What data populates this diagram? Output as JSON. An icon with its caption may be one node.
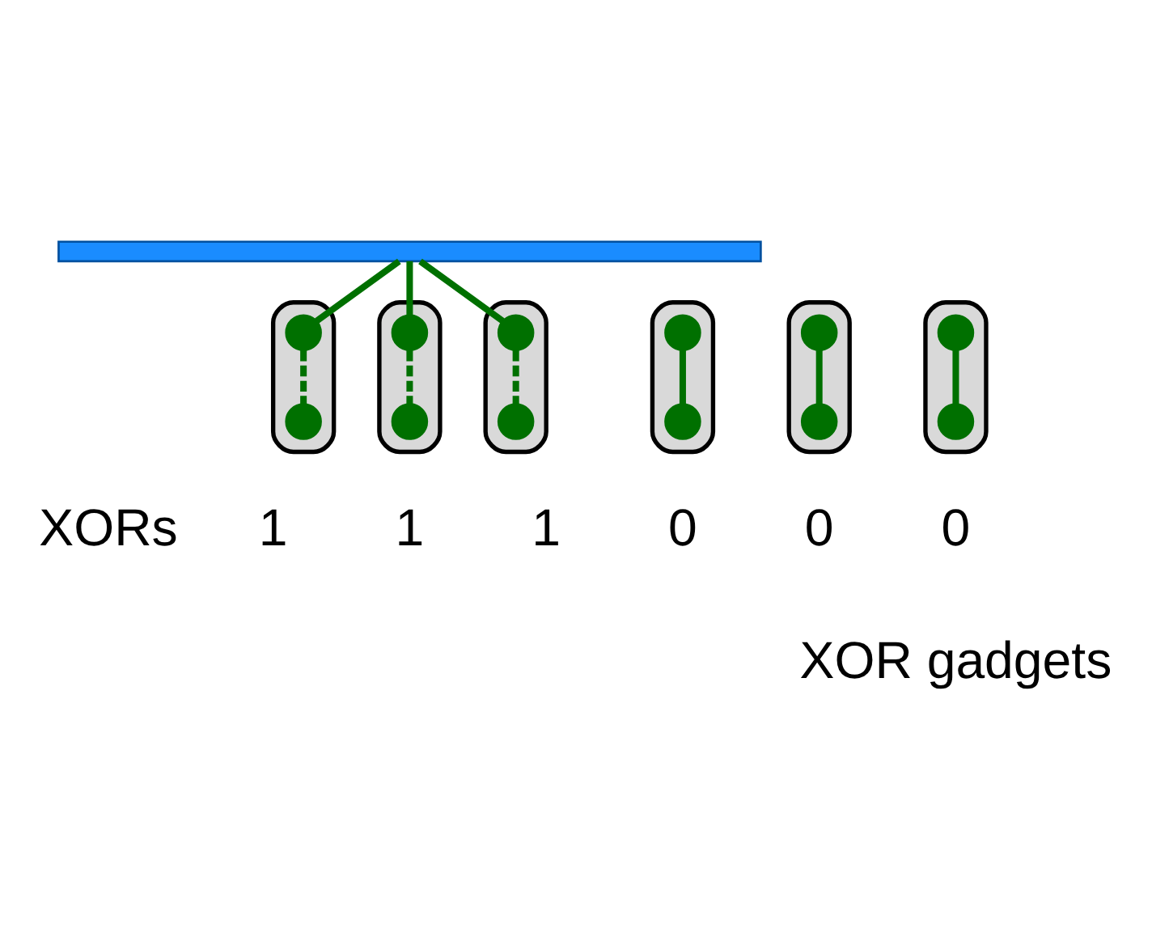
{
  "diagram": {
    "nodes": [
      {
        "text": [],
        "shape": "bar"
      },
      {
        "text": [],
        "shape": "box"
      },
      {
        "text": [],
        "shape": "circle",
        "in": 1
      },
      {
        "text": [],
        "shape": "circle",
        "in": 1
      },
      {
        "text": [],
        "shape": "box"
      },
      {
        "text": [],
        "shape": "circle",
        "in": 4
      },
      {
        "text": [],
        "shape": "circle",
        "in": 4
      },
      {
        "text": [],
        "shape": "box"
      },
      {
        "text": [],
        "shape": "circle",
        "in": 7
      },
      {
        "text": [],
        "shape": "circle",
        "in": 7
      },
      {
        "text": [],
        "shape": "box"
      },
      {
        "text": [],
        "shape": "circle",
        "in": 10
      },
      {
        "text": [],
        "shape": "circle",
        "in": 10
      },
      {
        "text": [],
        "shape": "box"
      },
      {
        "text": [],
        "shape": "circle",
        "in": 13
      },
      {
        "text": [],
        "shape": "circle",
        "in": 13
      },
      {
        "text": [],
        "shape": "box"
      },
      {
        "text": [],
        "shape": "circle",
        "in": 16
      },
      {
        "text": [],
        "shape": "circle",
        "in": 16
      }
    ],
    "edges": [
      {
        "from": 0,
        "to": 2,
        "arrow": "none"
      },
      {
        "from": 0,
        "to": 5,
        "arrow": "none"
      },
      {
        "from": 0,
        "to": 8,
        "arrow": "none"
      },
      {
        "from": 2,
        "to": 3,
        "arrow": "none",
        "style": "dashed"
      },
      {
        "from": 5,
        "to": 6,
        "arrow": "none",
        "style": "dashed"
      },
      {
        "from": 8,
        "to": 9,
        "arrow": "none",
        "style": "dashed"
      },
      {
        "from": 11,
        "to": 12,
        "arrow": "none"
      },
      {
        "from": 14,
        "to": 15,
        "arrow": "none"
      },
      {
        "from": 17,
        "to": 18,
        "arrow": "none"
      }
    ],
    "labels": [
      "XORs",
      "1",
      "1",
      "1",
      "0",
      "0",
      "0",
      "XOR gadgets"
    ]
  }
}
